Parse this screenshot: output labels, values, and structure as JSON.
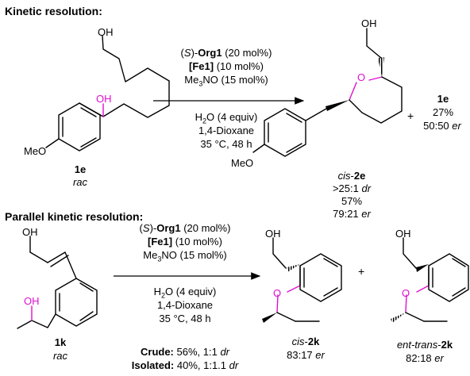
{
  "section1": {
    "heading": "Kinetic resolution:",
    "substrate": {
      "oh_top": "OH",
      "oh_mid": "OH",
      "ome": "MeO",
      "compound": "1e",
      "descriptor": "rac"
    },
    "conditions": {
      "catalyst_pre": "(",
      "catalyst_s": "S",
      "catalyst_mid": ")-",
      "catalyst_name": "Org1",
      "catalyst_load": " (20 mol%)",
      "iron": "[Fe1]",
      "iron_load": " (10 mol%)",
      "oxidant_pre": "Me",
      "oxidant_sub": "3",
      "oxidant_post": "NO (15 mol%)",
      "water_pre": "H",
      "water_sub": "2",
      "water_post": "O (4 equiv)",
      "solvent": "1,4-Dioxane",
      "temp_time": "35 °C, 48 h"
    },
    "product": {
      "oh": "OH",
      "o": "O",
      "ome": "MeO",
      "name_prefix": "cis",
      "name_sep": "-",
      "name_compound": "2e",
      "dr_value": ">25:1",
      "dr_label": "dr",
      "yield": "57%",
      "er_value": "79:21",
      "er_label": "er"
    },
    "plus": "+",
    "recovered": {
      "compound": "1e",
      "yield": "27%",
      "er_value": "50:50",
      "er_label": "er"
    }
  },
  "section2": {
    "heading": "Parallel kinetic resolution:",
    "substrate": {
      "oh_top": "OH",
      "oh_mid": "OH",
      "compound": "1k",
      "descriptor": "rac"
    },
    "conditions": {
      "catalyst_pre": "(",
      "catalyst_s": "S",
      "catalyst_mid": ")-",
      "catalyst_name": "Org1",
      "catalyst_load": " (20 mol%)",
      "iron": "[Fe1]",
      "iron_load": " (10 mol%)",
      "oxidant_pre": "Me",
      "oxidant_sub": "3",
      "oxidant_post": "NO (15 mol%)",
      "water_pre": "H",
      "water_sub": "2",
      "water_post": "O (4 equiv)",
      "solvent": "1,4-Dioxane",
      "temp_time": "35 °C, 48 h",
      "crude_label": "Crude:",
      "crude_value": " 56%, 1:1 ",
      "crude_dr": "dr",
      "isolated_label": "Isolated:",
      "isolated_value": " 40%, 1:1.1 ",
      "isolated_dr": "dr"
    },
    "product1": {
      "oh": "OH",
      "o": "O",
      "name_prefix": "cis",
      "name_sep": "-",
      "name_compound": "2k",
      "er_value": "83:17",
      "er_label": "er"
    },
    "plus": "+",
    "product2": {
      "oh": "OH",
      "o": "O",
      "name_prefix": "ent-trans",
      "name_sep": "-",
      "name_compound": "2k",
      "er_value": "82:18",
      "er_label": "er"
    }
  },
  "colors": {
    "highlight": "#e010d0",
    "text": "#000000",
    "background": "#ffffff"
  }
}
